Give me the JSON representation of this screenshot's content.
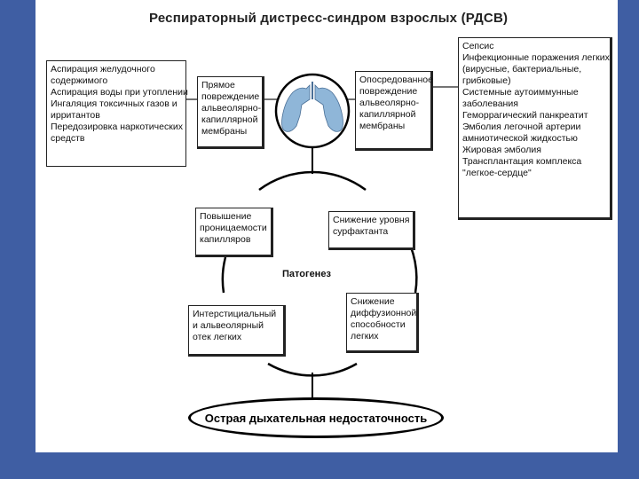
{
  "title": "Респираторный дистресс-синдром взрослых (РДСВ)",
  "causes_left": {
    "lines": [
      "Аспирация желудочного",
      "содержимого",
      "Аспирация воды при утоплении",
      "Ингаляция токсичных газов и",
      "ирритантов",
      "Передозировка наркотических",
      "средств"
    ]
  },
  "direct_injury": {
    "lines": [
      "Прямое",
      "повреждение",
      "альвеолярно-",
      "капиллярной",
      "мембраны"
    ]
  },
  "indirect_injury": {
    "lines": [
      "Опосредованное",
      "повреждение",
      "альвеолярно-",
      "капиллярной",
      "мембраны"
    ]
  },
  "causes_right": {
    "lines": [
      "Сепсис",
      "Инфекционные поражения легких",
      "(вирусные, бактериальные,",
      "грибковые)",
      "Системные аутоиммунные",
      "заболевания",
      "Геморрагический панкреатит",
      "Эмболия легочной артерии",
      "амниотической жидкостью",
      "Жировая эмболия",
      "Трансплантация комплекса",
      "\"легкое-сердце\""
    ]
  },
  "cycle": {
    "center_label": "Патогенез",
    "permeability": [
      "Повышение",
      "проницаемости",
      "капилляров"
    ],
    "surfactant": [
      "Снижение уровня",
      "сурфактанта"
    ],
    "edema": [
      "Интерстициальный",
      "и альвеолярный",
      "отек легких"
    ],
    "diffusion": [
      "Снижение",
      "диффузионной",
      "способности",
      "легких"
    ]
  },
  "outcome": "Острая дыхательная недостаточность",
  "colors": {
    "background": "#3f5ea3",
    "lungs": "#8fb6d8"
  }
}
